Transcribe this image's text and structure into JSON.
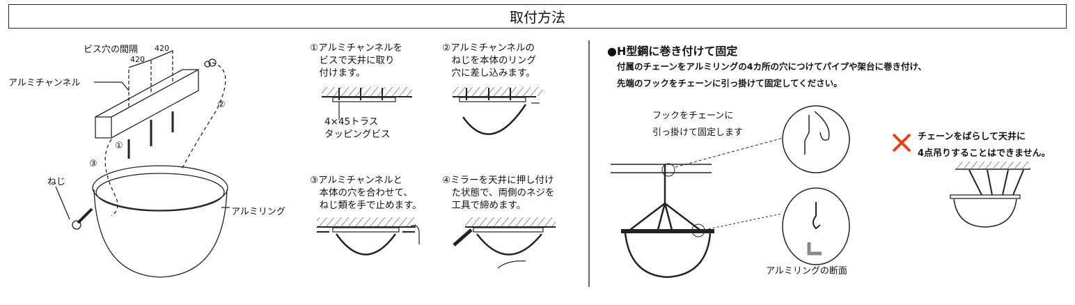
{
  "title": "取付方法",
  "left_diagram": {
    "screw_spacing_label": "ビス穴の間隔",
    "spacing_1": "420",
    "spacing_2": "420",
    "channel_label": "アルミチャンネル",
    "screw_label": "ねじ",
    "ring_label": "アルミリング",
    "markers": [
      "①",
      "②",
      "③"
    ]
  },
  "steps": [
    {
      "lines": [
        "①アルミチャンネルを",
        "　ビスで天井に取り",
        "　付けます。"
      ],
      "note": [
        "4×45トラス",
        "タッピングビス"
      ]
    },
    {
      "lines": [
        "②アルミチャンネルの",
        "　ねじを本体のリング",
        "　穴に差し込みます。"
      ]
    },
    {
      "lines": [
        "③アルミチャンネルと",
        "　本体の穴を合わせて、",
        "　ねじ類を手で止めます。"
      ]
    },
    {
      "lines": [
        "④ミラーを天井に押し付け",
        "　た状態で、両側のネジを",
        "　工具で締めます。"
      ]
    }
  ],
  "h_beam": {
    "heading": "●H型鋼に巻き付けて固定",
    "description": [
      "付属のチェーンをアルミリングの4カ所の穴につけてパイプや架台に巻き付け、",
      "先端のフックをチェーンに引っ掛けて固定してください。"
    ],
    "hook_note": [
      "フックをチェーンに",
      "引っ掛けて固定します"
    ],
    "section_label": "アルミリングの断面",
    "warning": [
      "チェーンをばらして天井に",
      "4点吊りすることはできません。"
    ],
    "warning_color": "#e8401c"
  }
}
